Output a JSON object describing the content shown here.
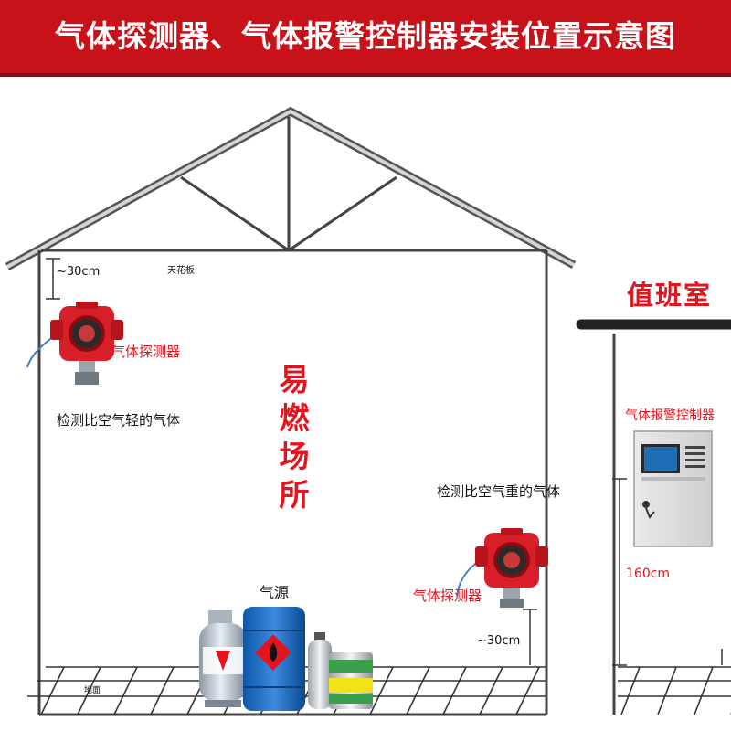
{
  "title": "气体探测器、气体报警控制器安装位置示意图",
  "labels": {
    "ceiling": "天花板",
    "floor": "地面",
    "gas_source": "气源",
    "zone_flammable": [
      "易",
      "燃",
      "场",
      "所"
    ],
    "duty_room": "值班室",
    "detector_left": "气体探测器",
    "detector_right": "气体探测器",
    "controller": "气体报警控制器",
    "lighter_gas": "检测比空气轻的气体",
    "heavier_gas": "检测比空气重的气体",
    "dist_top": "~30cm",
    "dist_bottom": "~30cm",
    "controller_height": "160cm"
  },
  "colors": {
    "banner": "#c8121a",
    "label_red": "#e4141e",
    "detector_red": "#d81e28",
    "controller_panel": "#e6e6e6",
    "screen": "#1e6fb5"
  }
}
